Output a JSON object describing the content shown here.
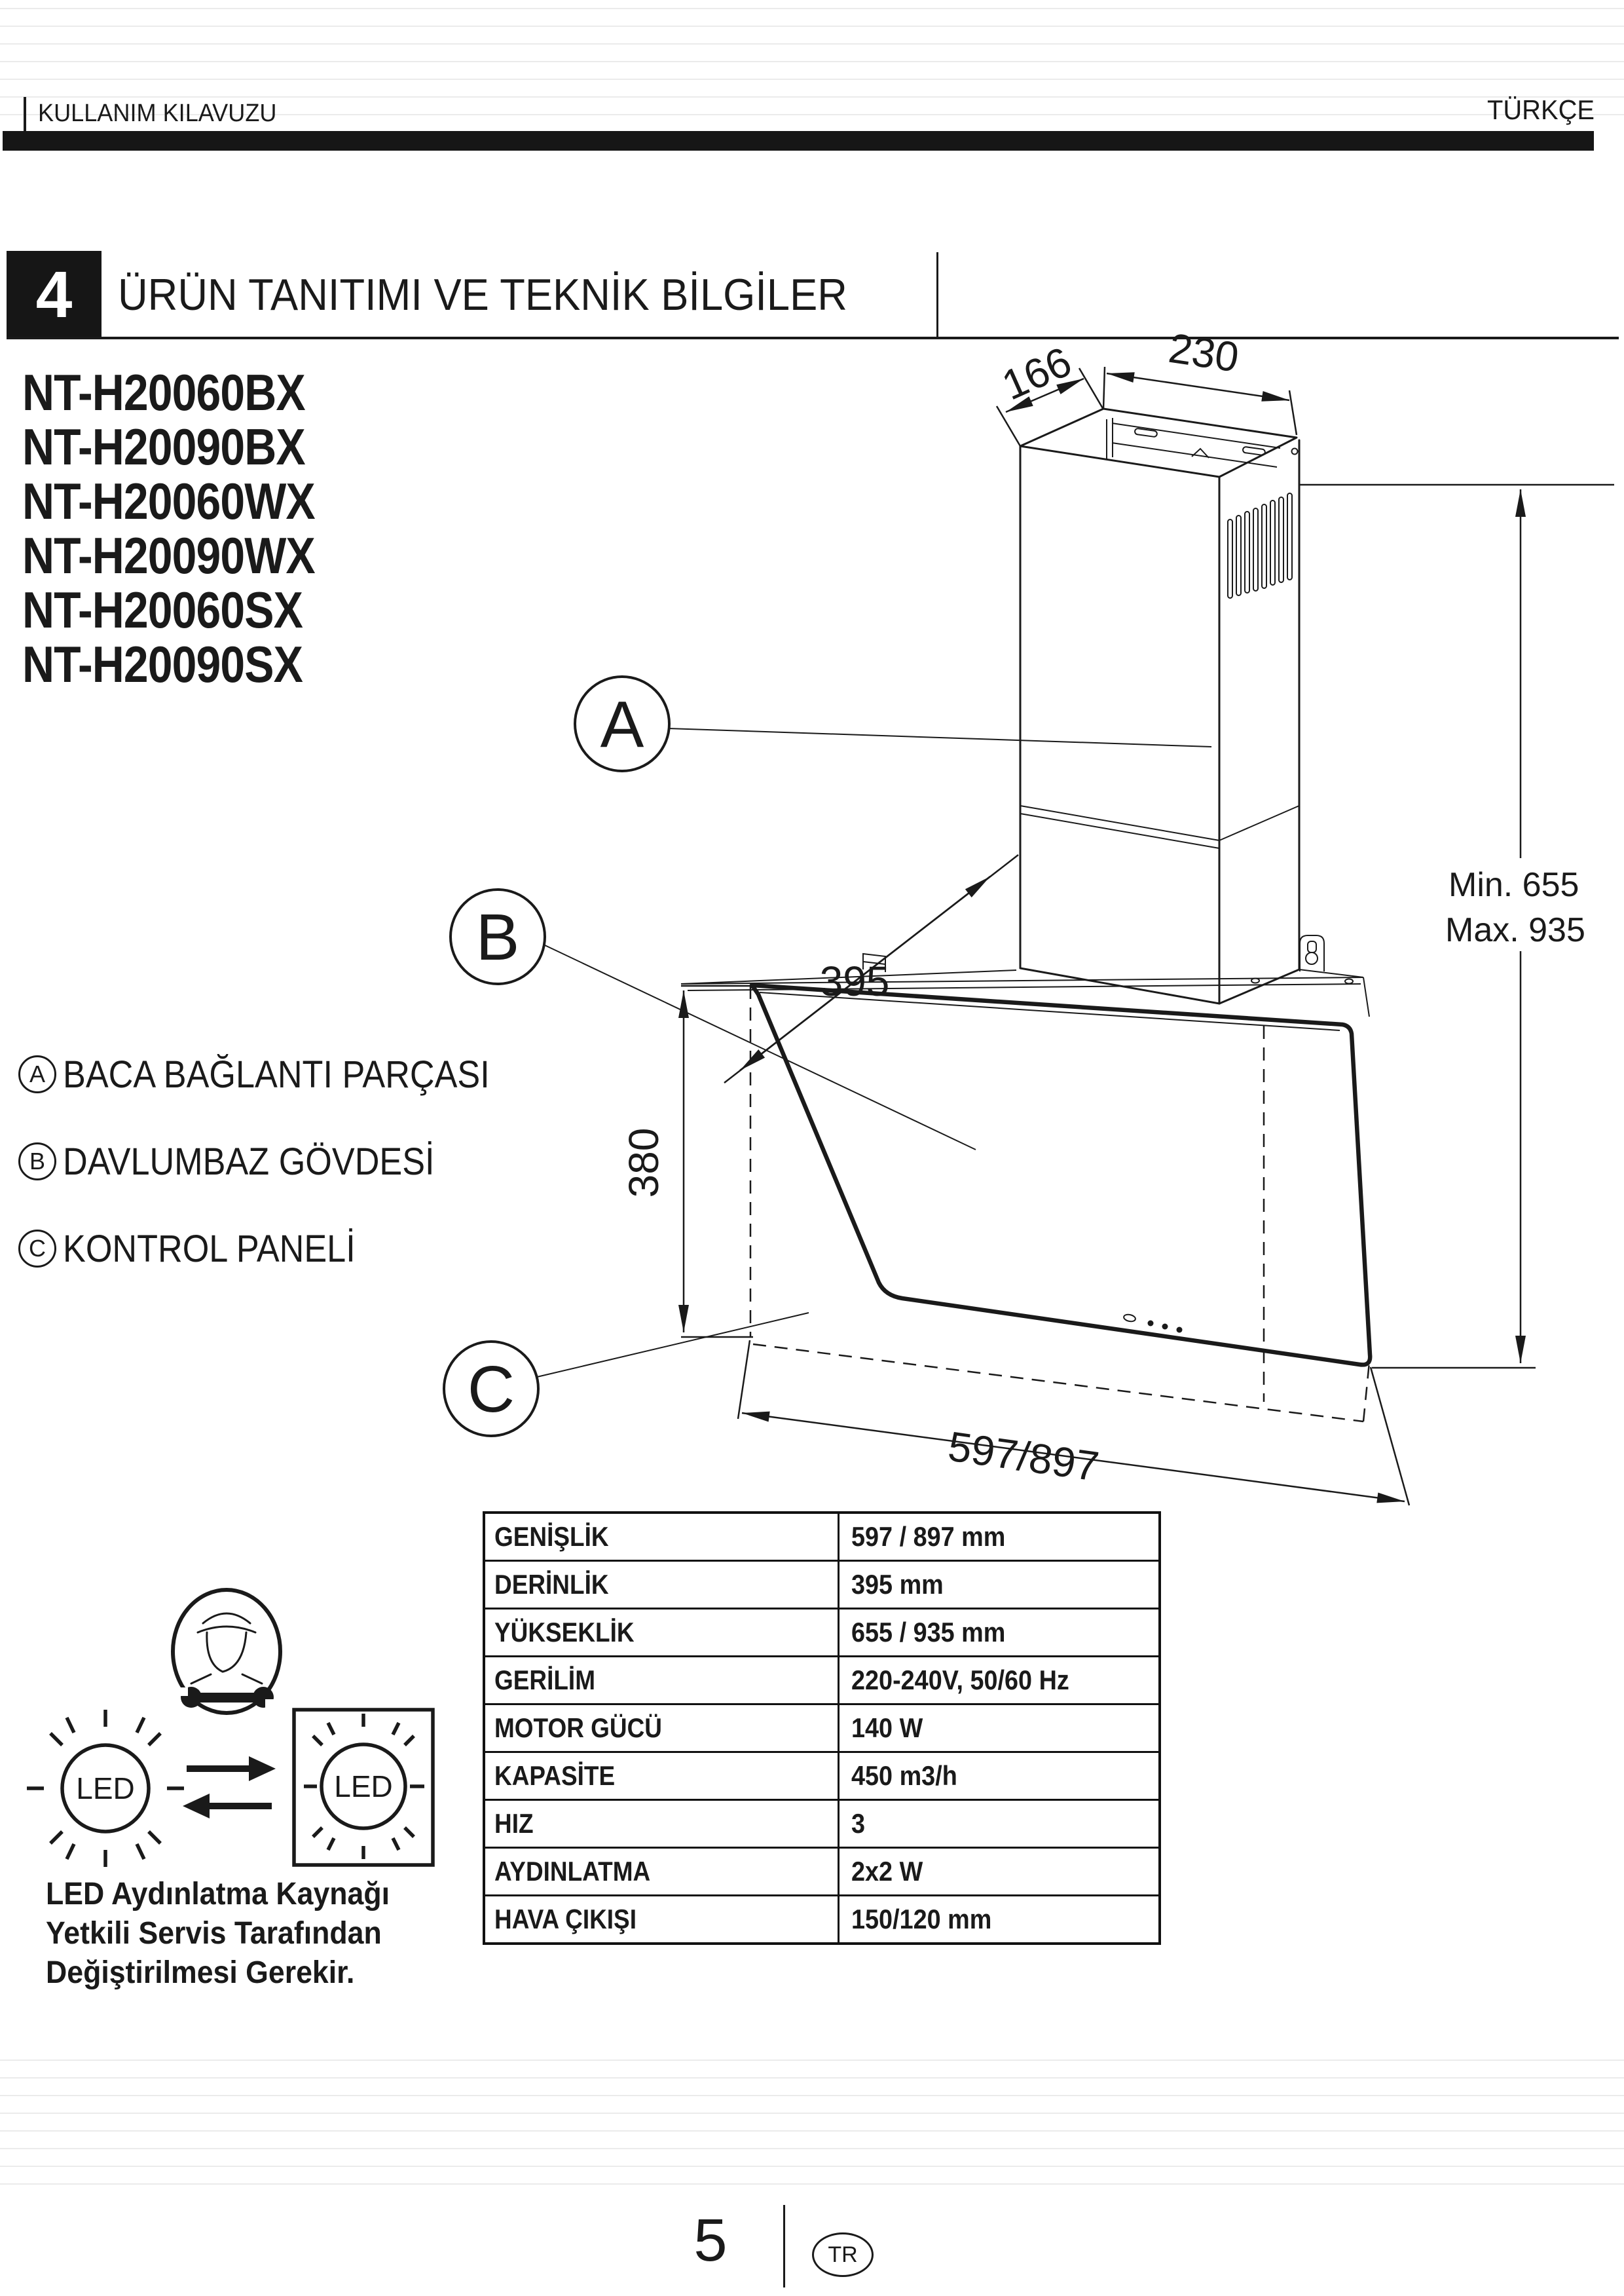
{
  "header": {
    "left_label": "KULLANIM KILAVUZU",
    "right_label": "TÜRKÇE"
  },
  "section": {
    "number": "4",
    "title": "ÜRÜN TANITIMI VE TEKNİK BİLGİLER"
  },
  "models": [
    "NT-H20060BX",
    "NT-H20090BX",
    "NT-H20060WX",
    "NT-H20090WX",
    "NT-H20060SX",
    "NT-H20090SX"
  ],
  "legend": [
    {
      "key": "A",
      "label": "BACA BAĞLANTI PARÇASI"
    },
    {
      "key": "B",
      "label": "DAVLUMBAZ GÖVDESİ"
    },
    {
      "key": "C",
      "label": "KONTROL PANELİ"
    }
  ],
  "diagram": {
    "labels": {
      "a": "A",
      "b": "B",
      "c": "C"
    },
    "dims": {
      "d166": "166",
      "d230": "230",
      "d395": "395",
      "d380": "380",
      "width": "597/897",
      "min": "Min. 655",
      "max": "Max. 935"
    },
    "led_label": "LED"
  },
  "spec_table": {
    "rows": [
      {
        "label": "GENİŞLİK",
        "value": "597 / 897 mm"
      },
      {
        "label": "DERİNLİK",
        "value": "395 mm"
      },
      {
        "label": "YÜKSEKLİK",
        "value": "655 / 935 mm"
      },
      {
        "label": "GERİLİM",
        "value": "220-240V, 50/60 Hz"
      },
      {
        "label": "MOTOR GÜCÜ",
        "value": "140 W"
      },
      {
        "label": "KAPASİTE",
        "value": "450 m3/h"
      },
      {
        "label": "HIZ",
        "value": "3"
      },
      {
        "label": "AYDINLATMA",
        "value": "2x2 W"
      },
      {
        "label": "HAVA ÇIKIŞI",
        "value": "150/120 mm"
      }
    ]
  },
  "led_note": {
    "line1": "LED Aydınlatma Kaynağı",
    "line2": "Yetkili Servis Tarafından",
    "line3": "Değiştirilmesi Gerekir."
  },
  "footer": {
    "page_number": "5",
    "country_badge": "TR"
  },
  "colors": {
    "ink": "#1a1a1a",
    "rule_line": "#ebebeb",
    "band": "#161616"
  }
}
